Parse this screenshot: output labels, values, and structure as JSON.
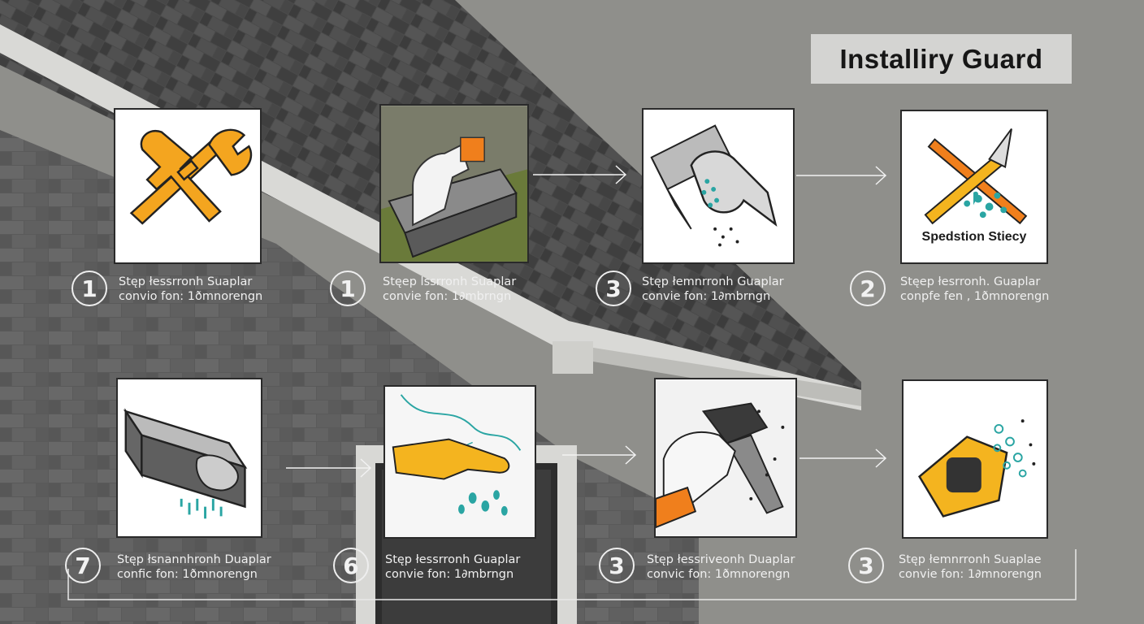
{
  "title": "Installiry Guard",
  "steps": [
    {
      "num": "1",
      "line1": "Stęp łessrronh Suaplar",
      "line2": "convio fon: 1ðmnorengn",
      "icon": "wrench-screwdriver-icon",
      "caption": ""
    },
    {
      "num": "1",
      "line1": "Stęep lssrronh Suaplar",
      "line2": "convie fon: 1∂mbrngn",
      "icon": "gloved-hand-gutter-icon",
      "caption": ""
    },
    {
      "num": "3",
      "line1": "Stęp łemnrronh Guaplar",
      "line2": "convie fon: 1∂mbrngn",
      "icon": "gutter-end-cap-icon",
      "caption": ""
    },
    {
      "num": "2",
      "line1": "Stęep łesrronh. Guaplar",
      "line2": "conpfe fen , 1ðmnorengn",
      "icon": "screwdriver-knife-water-icon",
      "caption": "Spedstion Stiecy"
    },
    {
      "num": "7",
      "line1": "Stęp łsnannhronh Duaplar",
      "line2": "confic fon: 1ðmnorengn",
      "icon": "gutter-channel-icon",
      "caption": ""
    },
    {
      "num": "6",
      "line1": "Stęp łessrronh Guaplar",
      "line2": "convie fon: 1∂mbrngn",
      "icon": "gloved-hand-splash-icon",
      "caption": ""
    },
    {
      "num": "3",
      "line1": "Stęp łessriveonh Duaplar",
      "line2": "convic fon: 1ðmnorengn",
      "icon": "hand-tool-icon",
      "caption": ""
    },
    {
      "num": "3",
      "line1": "Stęp łemnrronh Suaplae",
      "line2": "convie fon: 1∂mnorengn",
      "icon": "sealant-gun-icon",
      "caption": ""
    }
  ],
  "colors": {
    "orange": "#f07f1c",
    "yellow": "#f4b41f",
    "teal": "#2aa5a3",
    "text": "#f0f0f0"
  }
}
